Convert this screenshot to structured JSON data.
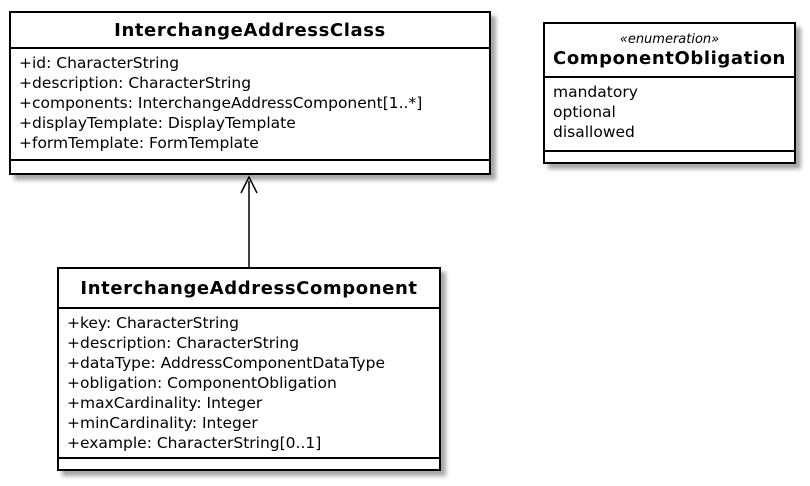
{
  "classes": [
    {
      "name": "InterchangeAddressClass",
      "attributes": [
        "+id: CharacterString",
        "+description: CharacterString",
        "+components: InterchangeAddressComponent[1..*]",
        "+displayTemplate: DisplayTemplate",
        "+formTemplate: FormTemplate"
      ]
    },
    {
      "stereotype": "«enumeration»",
      "name": "ComponentObligation",
      "attributes": [
        "mandatory",
        "optional",
        "disallowed"
      ]
    },
    {
      "name": "InterchangeAddressComponent",
      "attributes": [
        "+key: CharacterString",
        "+description: CharacterString",
        "+dataType: AddressComponentDataType",
        "+obligation: ComponentObligation",
        "+maxCardinality: Integer",
        "+minCardinality: Integer",
        "+example: CharacterString[0..1]"
      ]
    }
  ],
  "relations": [
    {
      "from": "InterchangeAddressComponent",
      "to": "InterchangeAddressClass",
      "kind": "navigable-association"
    }
  ]
}
